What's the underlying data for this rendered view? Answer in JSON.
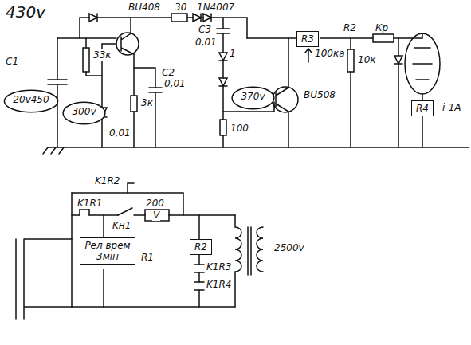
{
  "diagram": {
    "nodes": [
      {
        "text": [
          "20v450"
        ]
      },
      {
        "text": [
          "R3"
        ]
      },
      {
        "text": [
          "300v"
        ]
      },
      {
        "text": [
          "370v"
        ]
      },
      {
        "text": [
          "R4"
        ]
      },
      {
        "text": [
          "Рел врем 3мін"
        ]
      },
      {
        "text": [
          "R2"
        ]
      }
    ],
    "labels": [
      "430v",
      "C1",
      "BU408",
      "30",
      "1N4007",
      "33к",
      "3к",
      "C2",
      "0,01",
      "0,01",
      "C3",
      "0,01",
      "1",
      "100",
      "BU508",
      "100ка",
      "R2",
      "Кр",
      "10к",
      "i-1A",
      "K1R2",
      "K1R1",
      "Kн1",
      "200",
      "V",
      "R1",
      "K1R3",
      "K1R4",
      "2500v"
    ]
  }
}
